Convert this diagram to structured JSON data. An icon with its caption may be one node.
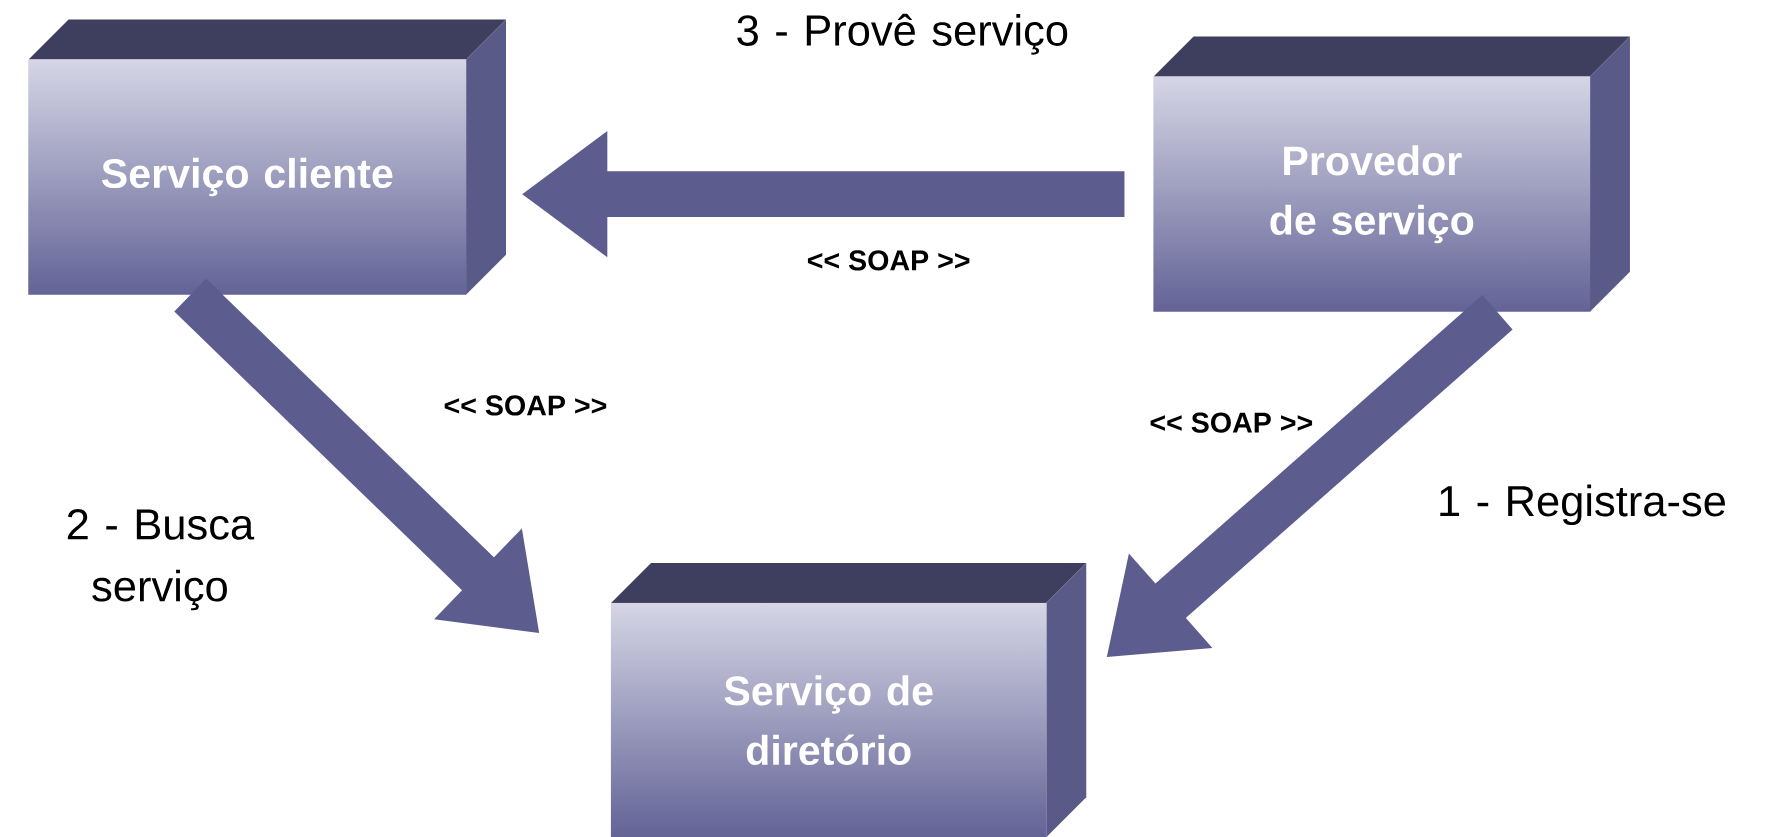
{
  "diagram": {
    "nodes": [
      {
        "text": [
          "Serviço cliente"
        ]
      },
      {
        "text": [
          "Provedor de serviço"
        ]
      },
      {
        "text": [
          "Serviço de diretório"
        ]
      }
    ],
    "edges": [
      {
        "from": 1,
        "to": 0,
        "arrow": "to",
        "label": "<< SOAP >>"
      },
      {
        "from": 0,
        "to": 2,
        "arrow": "to",
        "label": "<< SOAP >>"
      },
      {
        "from": 1,
        "to": 2,
        "arrow": "to",
        "label": "<< SOAP >>"
      }
    ],
    "labels": [
      "3 - Provê serviço",
      "2 - Busca serviço",
      "1 - Registra-se"
    ]
  }
}
